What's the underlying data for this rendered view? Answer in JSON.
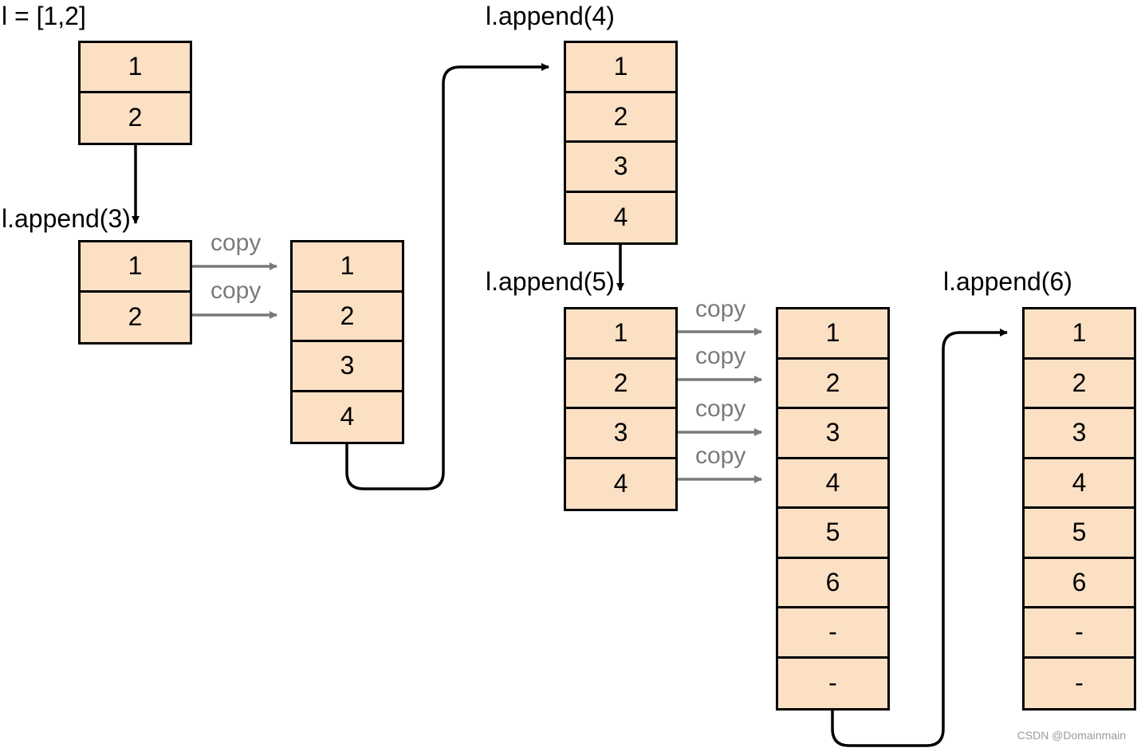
{
  "labels": {
    "init": "l = [1,2]",
    "append3": "l.append(3)",
    "append4": "l.append(4)",
    "append5": "l.append(5)",
    "append6": "l.append(6)"
  },
  "copy_label": "copy",
  "arrays": {
    "a1": [
      "1",
      "2"
    ],
    "a2": [
      "1",
      "2"
    ],
    "a3": [
      "1",
      "2",
      "3",
      "4"
    ],
    "a4": [
      "1",
      "2",
      "3",
      "4"
    ],
    "a5": [
      "1",
      "2",
      "3",
      "4"
    ],
    "a6": [
      "1",
      "2",
      "3",
      "4",
      "5",
      "6",
      "-",
      "-"
    ],
    "a7": [
      "1",
      "2",
      "3",
      "4",
      "5",
      "6",
      "-",
      "-"
    ]
  },
  "colors": {
    "cell_fill": "#fbe0c4",
    "border": "#000000",
    "copy_arrow": "#7a7a7a"
  },
  "watermark": "CSDN @Domainmain"
}
